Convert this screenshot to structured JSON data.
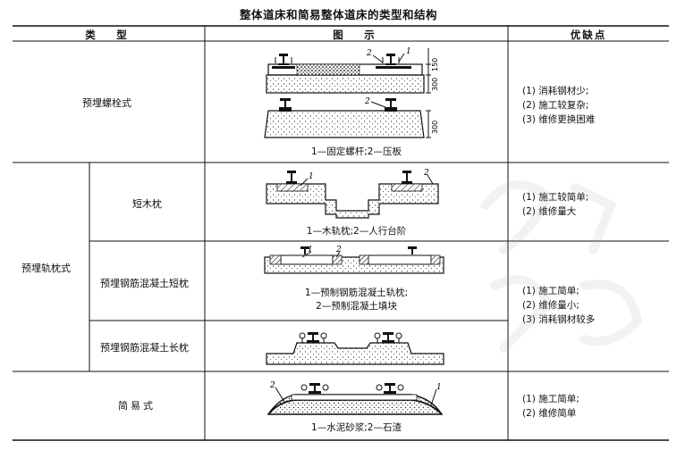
{
  "title": "整体道床和简易整体道床的类型和结构",
  "headers": {
    "type": "类　型",
    "figure": "图　示",
    "pros_cons": "优缺点"
  },
  "rows": {
    "embedded_bolt": {
      "type": "预埋螺栓式",
      "caption": "1—固定螺杆;2—压板",
      "dims": [
        "150",
        "300",
        "300"
      ],
      "labels": [
        "2",
        "1",
        "2"
      ],
      "pros": [
        "(1) 消耗钢材少;",
        "(2) 施工较复杂;",
        "(3) 维修更换困难"
      ]
    },
    "embedded_sleeper": {
      "group": "预埋轨枕式",
      "short_wood": {
        "type": "短木枕",
        "caption": "1—木轨枕;2—人行台阶",
        "labels": [
          "1",
          "2"
        ],
        "pros": [
          "(1) 施工较简单;",
          "(2) 维修量大"
        ]
      },
      "rc_short": {
        "type": "预埋钢筋混凝土短枕",
        "caption_line1": "1—预制钢筋混凝土轨枕;",
        "caption_line2": "2—预制混凝土填块",
        "labels": [
          "1",
          "2"
        ],
        "pros": [
          "(1) 施工简单;",
          "(2) 维修量小;",
          "(3) 消耗钢材较多"
        ]
      },
      "rc_long": {
        "type": "预埋钢筋混凝土长枕"
      }
    },
    "simple": {
      "type": "简易式",
      "caption": "1—水泥砂浆;2—石渣",
      "labels": [
        "2",
        "1"
      ],
      "pros": [
        "(1) 施工简单;",
        "(2) 维修简单"
      ]
    }
  }
}
